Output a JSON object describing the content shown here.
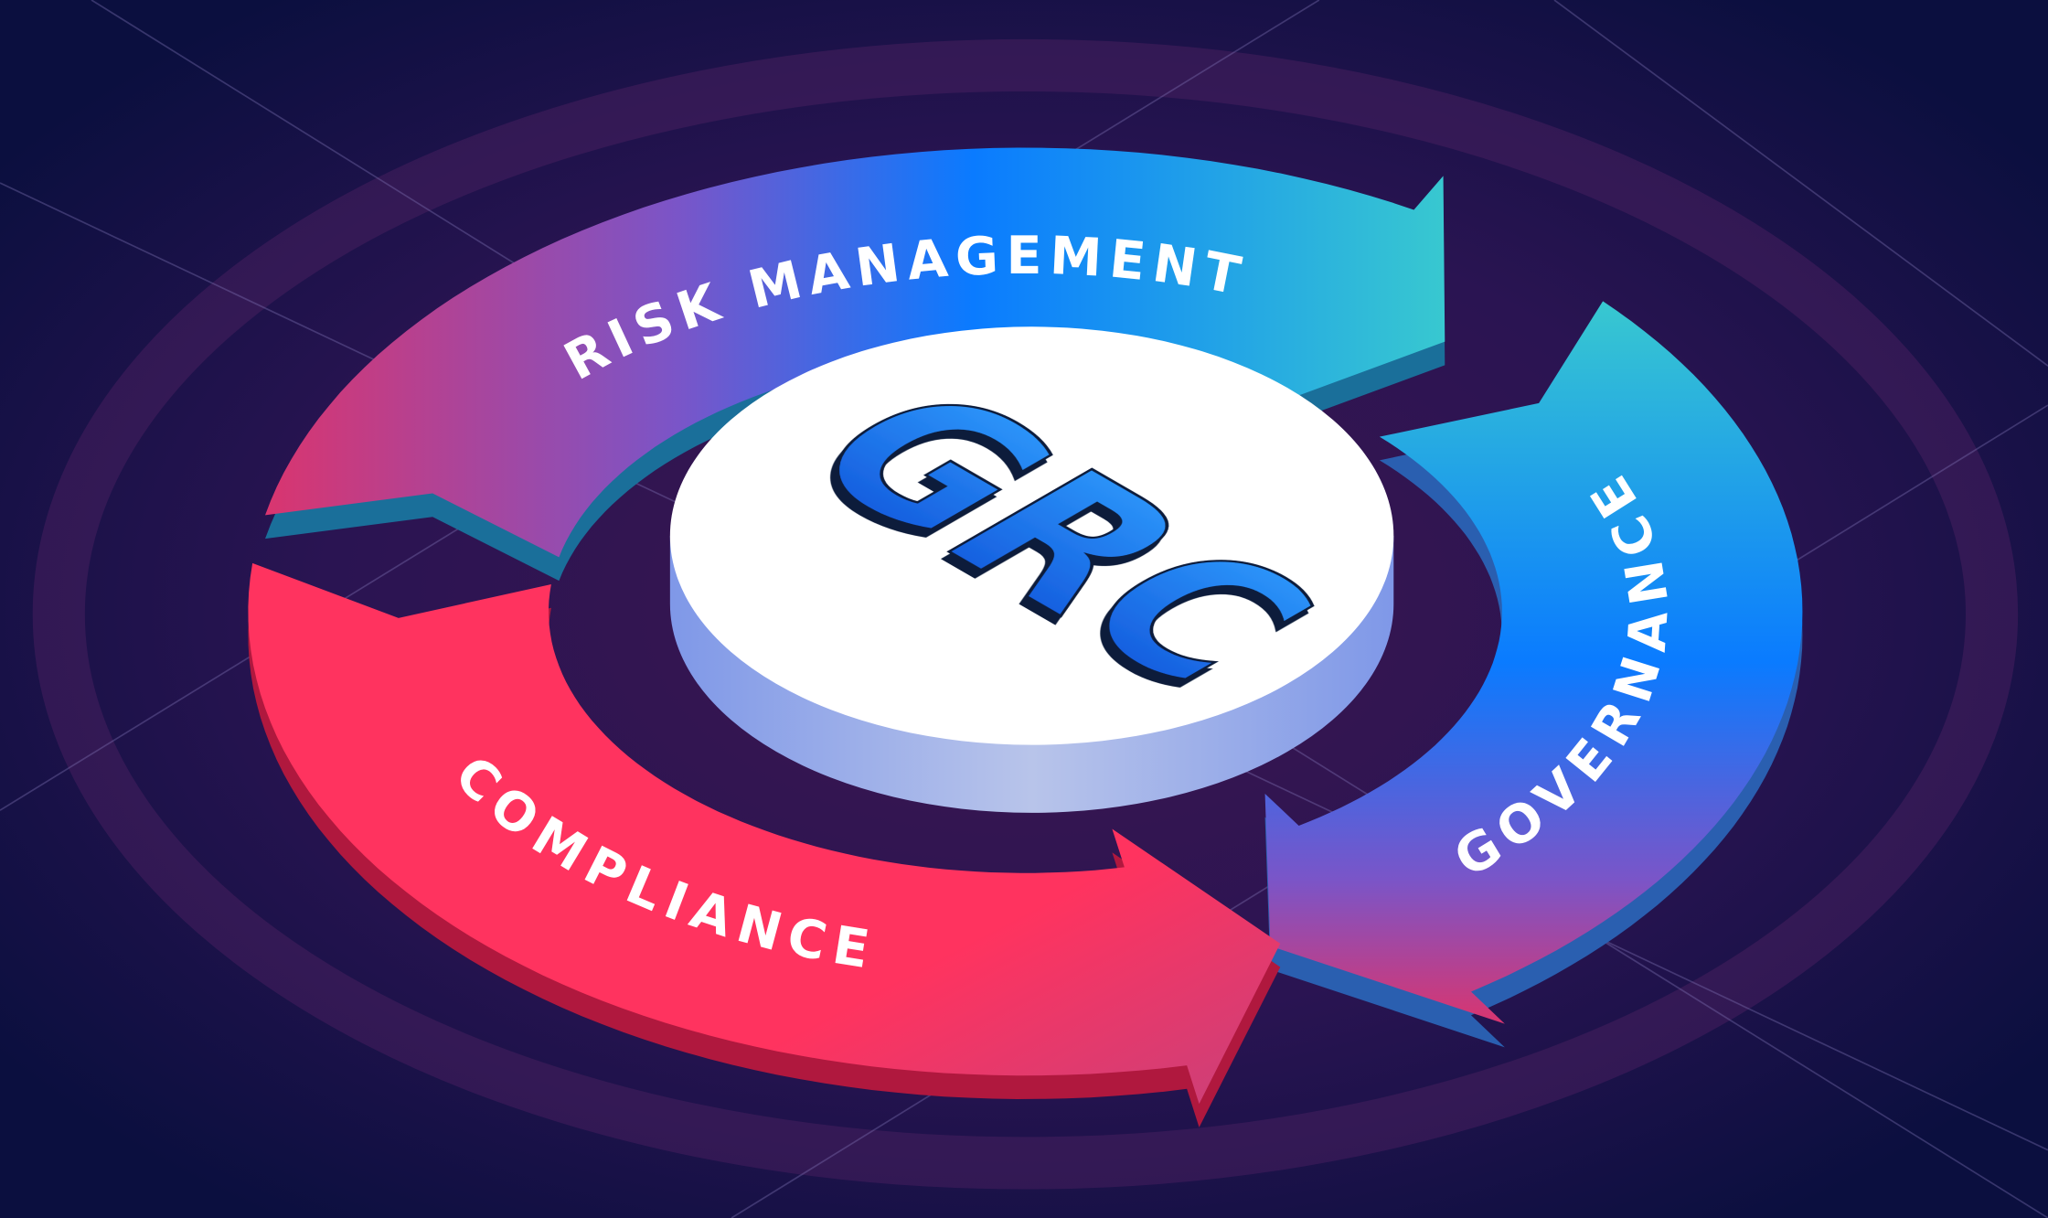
{
  "diagram": {
    "center_label": "GRC",
    "segments": [
      {
        "id": "risk",
        "label": "RISK MANAGEMENT",
        "colors": [
          "#d9356f",
          "#7a55c8",
          "#0a7bff",
          "#38c8d0"
        ]
      },
      {
        "id": "governance",
        "label": "GOVERNANCE",
        "colors": [
          "#38c8d0",
          "#0a7bff",
          "#7a55c8",
          "#d9356f"
        ]
      },
      {
        "id": "compliance",
        "label": "COMPLIANCE",
        "colors": [
          "#ff335f",
          "#ff335f",
          "#e8386a",
          "#c8407a"
        ]
      }
    ],
    "colors": {
      "background": "#0b0f3f",
      "glow": "#3a1450",
      "center_top": "#ffffff",
      "center_side": "#8fa6e6",
      "grc_text": "#1d7bf0",
      "grc_depth": "#0a1a3a"
    }
  }
}
